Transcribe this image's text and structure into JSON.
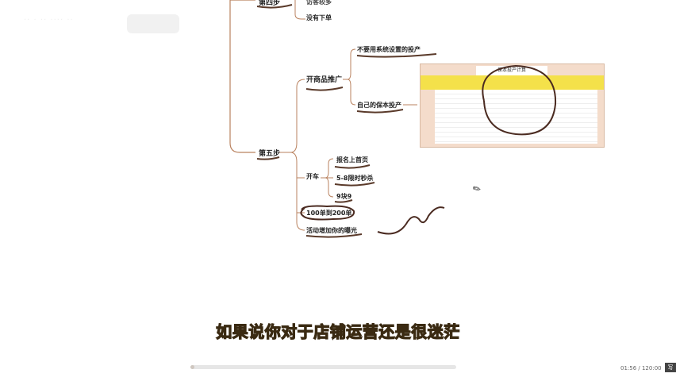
{
  "mindmap": {
    "step4_label": "第四步",
    "step4_sub1": "访客较多",
    "step4_sub2": "没有下单",
    "step5_label": "第五步",
    "branch1_label": "开商品推广",
    "branch1_item1": "不要用系统设置的投产",
    "branch1_item2": "自己的保本投产",
    "branch2_label": "开车",
    "branch2_item1": "报名上首页",
    "branch2_item2": "5-8限时秒杀",
    "branch2_item3": "9块9",
    "node_orders": "100单到200单",
    "node_exposure": "活动增加你的曝光"
  },
  "spreadsheet": {
    "title": "保本投产计算"
  },
  "subtitle": "如果说你对于店铺运营还是很迷茫",
  "player": {
    "time": "01:56 / 120:00",
    "corner_button": "写",
    "progress_fraction": 0.016
  },
  "colors": {
    "branch_line": "#b9825f",
    "underline": "#5a3a2a",
    "annotation": "#4a2a20",
    "subtitle_fill": "#f7d23a",
    "subtitle_stroke": "#3a2a12"
  }
}
